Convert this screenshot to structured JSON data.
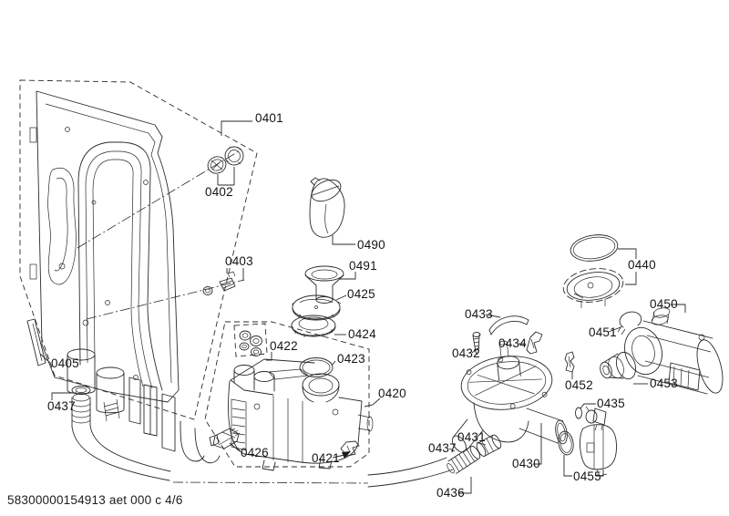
{
  "page": {
    "background": "#ffffff",
    "line_color": "#2a2a2a"
  },
  "footer": {
    "code_line": "58300000154913 aet 000 c 4/6"
  },
  "diagram": {
    "title": "dishwasher-water-inlet-sump-pump-exploded-view",
    "labels": [
      {
        "code": "0401"
      },
      {
        "code": "0402"
      },
      {
        "code": "0403"
      },
      {
        "code": "0405"
      },
      {
        "code": "0437"
      },
      {
        "code": "0490"
      },
      {
        "code": "0491"
      },
      {
        "code": "0425"
      },
      {
        "code": "0424"
      },
      {
        "code": "0422"
      },
      {
        "code": "0423"
      },
      {
        "code": "0420"
      },
      {
        "code": "0426"
      },
      {
        "code": "0421"
      },
      {
        "code": "0433"
      },
      {
        "code": "0432"
      },
      {
        "code": "0434"
      },
      {
        "code": "0430"
      },
      {
        "code": "0431"
      },
      {
        "code": "0437"
      },
      {
        "code": "0436"
      },
      {
        "code": "0452"
      },
      {
        "code": "0435"
      },
      {
        "code": "0455"
      },
      {
        "code": "0440"
      },
      {
        "code": "0450"
      },
      {
        "code": "0451"
      },
      {
        "code": "0453"
      }
    ]
  }
}
